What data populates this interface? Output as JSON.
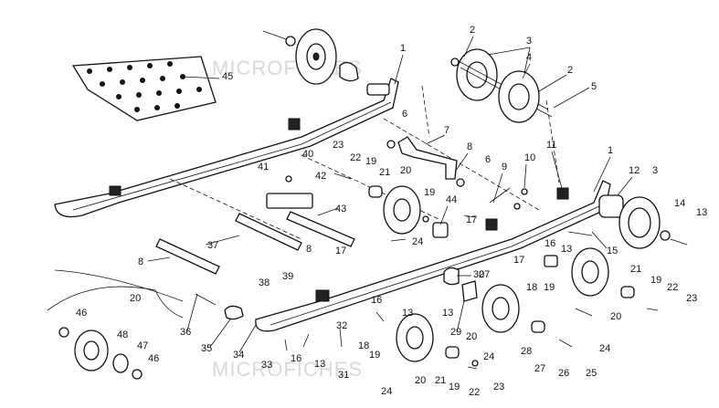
{
  "watermark": "MICROFICHES",
  "callouts": [
    {
      "id": "1a",
      "text": "1"
    },
    {
      "id": "1b",
      "text": "1"
    },
    {
      "id": "2a",
      "text": "2"
    },
    {
      "id": "2b",
      "text": "2"
    },
    {
      "id": "3a",
      "text": "3"
    },
    {
      "id": "3b",
      "text": "3"
    },
    {
      "id": "4",
      "text": "4"
    },
    {
      "id": "5",
      "text": "5"
    },
    {
      "id": "6a",
      "text": "6"
    },
    {
      "id": "6b",
      "text": "6"
    },
    {
      "id": "7",
      "text": "7"
    },
    {
      "id": "8a",
      "text": "8"
    },
    {
      "id": "8b",
      "text": "8"
    },
    {
      "id": "8c",
      "text": "8"
    },
    {
      "id": "9",
      "text": "9"
    },
    {
      "id": "10",
      "text": "10"
    },
    {
      "id": "11",
      "text": "11"
    },
    {
      "id": "12",
      "text": "12"
    },
    {
      "id": "13a",
      "text": "13"
    },
    {
      "id": "13b",
      "text": "13"
    },
    {
      "id": "13c",
      "text": "13"
    },
    {
      "id": "13d",
      "text": "13"
    },
    {
      "id": "13e",
      "text": "13"
    },
    {
      "id": "14",
      "text": "14"
    },
    {
      "id": "15",
      "text": "15"
    },
    {
      "id": "16a",
      "text": "16"
    },
    {
      "id": "16b",
      "text": "16"
    },
    {
      "id": "16c",
      "text": "16"
    },
    {
      "id": "17a",
      "text": "17"
    },
    {
      "id": "17b",
      "text": "17"
    },
    {
      "id": "17c",
      "text": "17"
    },
    {
      "id": "18a",
      "text": "18"
    },
    {
      "id": "18b",
      "text": "18"
    },
    {
      "id": "19a",
      "text": "19"
    },
    {
      "id": "19b",
      "text": "19"
    },
    {
      "id": "19c",
      "text": "19"
    },
    {
      "id": "19d",
      "text": "19"
    },
    {
      "id": "19e",
      "text": "19"
    },
    {
      "id": "19f",
      "text": "19"
    },
    {
      "id": "20a",
      "text": "20"
    },
    {
      "id": "20b",
      "text": "20"
    },
    {
      "id": "20c",
      "text": "20"
    },
    {
      "id": "20d",
      "text": "20"
    },
    {
      "id": "20e",
      "text": "20"
    },
    {
      "id": "21a",
      "text": "21"
    },
    {
      "id": "21b",
      "text": "21"
    },
    {
      "id": "21c",
      "text": "21"
    },
    {
      "id": "22a",
      "text": "22"
    },
    {
      "id": "22b",
      "text": "22"
    },
    {
      "id": "22c",
      "text": "22"
    },
    {
      "id": "23a",
      "text": "23"
    },
    {
      "id": "23b",
      "text": "23"
    },
    {
      "id": "23c",
      "text": "23"
    },
    {
      "id": "24a",
      "text": "24"
    },
    {
      "id": "24b",
      "text": "24"
    },
    {
      "id": "24c",
      "text": "24"
    },
    {
      "id": "24d",
      "text": "24"
    },
    {
      "id": "25",
      "text": "25"
    },
    {
      "id": "26",
      "text": "26"
    },
    {
      "id": "27a",
      "text": "27"
    },
    {
      "id": "27b",
      "text": "27"
    },
    {
      "id": "28",
      "text": "28"
    },
    {
      "id": "29",
      "text": "29"
    },
    {
      "id": "30",
      "text": "30"
    },
    {
      "id": "31",
      "text": "31"
    },
    {
      "id": "32",
      "text": "32"
    },
    {
      "id": "33",
      "text": "33"
    },
    {
      "id": "34",
      "text": "34"
    },
    {
      "id": "35",
      "text": "35"
    },
    {
      "id": "36",
      "text": "36"
    },
    {
      "id": "37",
      "text": "37"
    },
    {
      "id": "38",
      "text": "38"
    },
    {
      "id": "39",
      "text": "39"
    },
    {
      "id": "40",
      "text": "40"
    },
    {
      "id": "41",
      "text": "41"
    },
    {
      "id": "42",
      "text": "42"
    },
    {
      "id": "43",
      "text": "43"
    },
    {
      "id": "44",
      "text": "44"
    },
    {
      "id": "45",
      "text": "45"
    },
    {
      "id": "46a",
      "text": "46"
    },
    {
      "id": "46b",
      "text": "46"
    },
    {
      "id": "47",
      "text": "47"
    },
    {
      "id": "48",
      "text": "48"
    }
  ]
}
